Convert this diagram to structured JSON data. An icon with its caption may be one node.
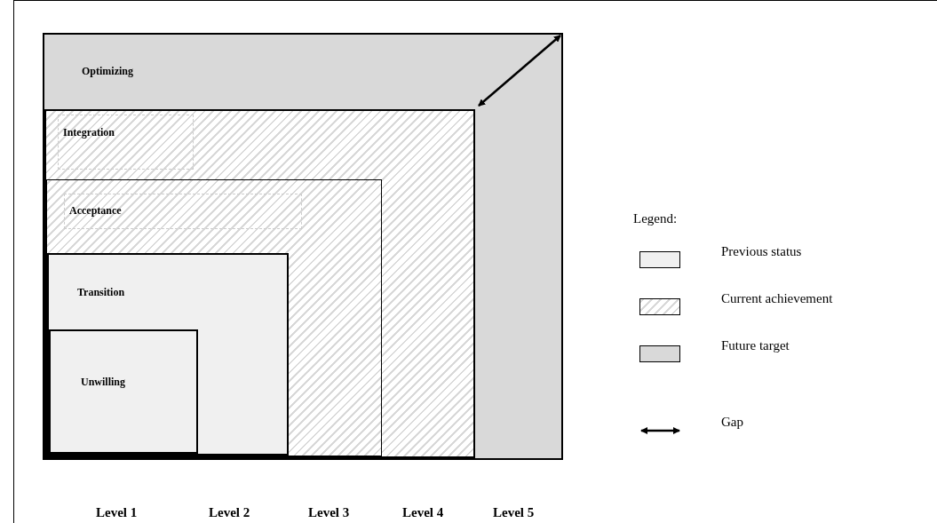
{
  "diagram": {
    "nodes": [
      {
        "text": [
          "Optimizing"
        ]
      },
      {
        "text": [
          "Integration"
        ],
        "in": 0
      },
      {
        "text": [
          "Acceptance"
        ],
        "in": 1
      },
      {
        "text": [
          "Transition"
        ],
        "in": 2
      },
      {
        "text": [
          "Unwilling"
        ],
        "in": 3
      }
    ],
    "edges": [
      {
        "from": 1,
        "to": 0,
        "arrow": "both"
      }
    ],
    "labels": [
      "Level 1",
      "Level 2",
      "Level 3",
      "Level 4",
      "Level 5",
      "Legend:"
    ],
    "legend": [
      {
        "text": "Previous status",
        "color": "#f0f0f0"
      },
      {
        "text": "Current achievement"
      },
      {
        "text": "Future target",
        "color": "#d9d9d9"
      },
      {
        "text": "Gap"
      }
    ]
  }
}
